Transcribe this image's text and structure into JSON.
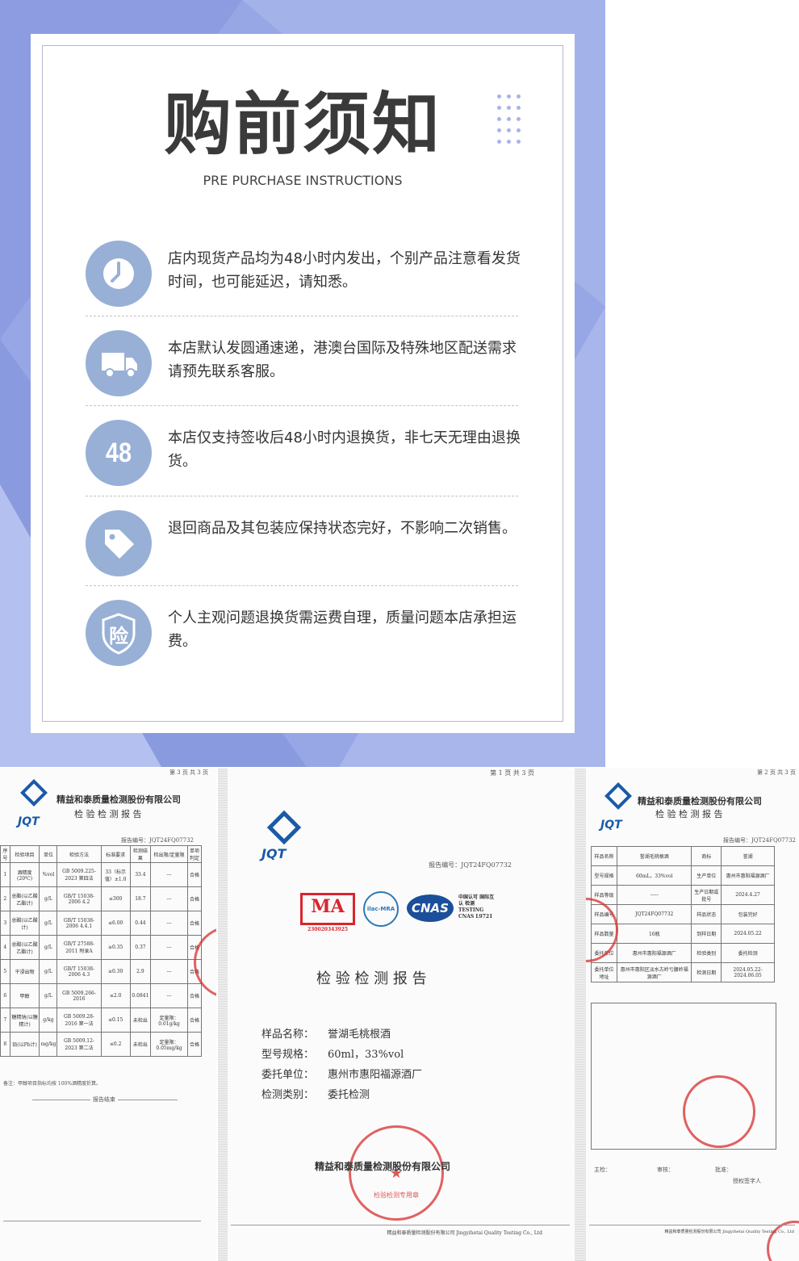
{
  "card": {
    "title": "购前须知",
    "subtitle": "PRE PURCHASE INSTRUCTIONS"
  },
  "notices": [
    {
      "icon": "clock-icon",
      "text": "店内现货产品均为48小时内发出，个别产品注意看发货时间，也可能延迟，请知悉。"
    },
    {
      "icon": "truck-icon",
      "text": "本店默认发圆通速递，港澳台国际及特殊地区配送需求请预先联系客服。"
    },
    {
      "icon": "48-icon",
      "label": "48",
      "text": "本店仅支持签收后48小时内退换货，非七天无理由退换货。"
    },
    {
      "icon": "tag-icon",
      "text": "退回商品及其包装应保持状态完好，不影响二次销售。"
    },
    {
      "icon": "insurance-shield-icon",
      "label": "险",
      "text": "个人主观问题退换货需运费自理，质量问题本店承担运费。"
    }
  ],
  "doc_left": {
    "page": "第 3 页 共 3 页",
    "company": "精益和泰质量检测股份有限公司",
    "report_title": "检 验 检 测 报 告",
    "logo": "JQT",
    "report_no": "报告编号：JQT24FQ07732",
    "headers": [
      "序号",
      "检验项目",
      "单位",
      "检验方法",
      "标准要求",
      "检测结果",
      "检出限/定量限",
      "单项判定"
    ],
    "rows": [
      [
        "1",
        "酒精度(20℃)",
        "%vol",
        "GB 5009.225-2023 第四法",
        "33（标示值）±1.0",
        "33.4",
        "---",
        "合格"
      ],
      [
        "2",
        "总酯(以乙酸乙酯计)",
        "g/L",
        "GB/T 15038-2006 4.2",
        "≤300",
        "18.7",
        "---",
        "合格"
      ],
      [
        "3",
        "总酸(以乙酸计)",
        "g/L",
        "GB/T 15038-2006 4.4.1",
        "≤6.00",
        "0.44",
        "---",
        "合格"
      ],
      [
        "4",
        "总酸(以乙酸乙酯计)",
        "g/L",
        "GB/T 27588-2011 附录A",
        "≥0.35",
        "0.37",
        "---",
        "合格"
      ],
      [
        "5",
        "干浸出物",
        "g/L",
        "GB/T 15038-2006 4.3",
        "≥0.30",
        "2.9",
        "---",
        "合格"
      ],
      [
        "6",
        "甲醇",
        "g/L",
        "GB 5009.266-2016",
        "≤2.0",
        "0.0841",
        "---",
        "合格"
      ],
      [
        "7",
        "糖精钠(以糖精计)",
        "g/kg",
        "GB 5009.28-2016 第一法",
        "≤0.15",
        "未检出",
        "定量限：0.01g/kg",
        "合格"
      ],
      [
        "8",
        "铅(以Pb计)",
        "mg/kg",
        "GB 5009.12-2023 第二法",
        "≤0.2",
        "未检出",
        "定量限：0.05mg/kg",
        "合格"
      ]
    ],
    "note": "备注：甲醇项目指标均按 100%酒精度折算。",
    "end": "报告结束"
  },
  "doc_mid": {
    "page": "第 1 页 共 3 页",
    "logo": "JQT",
    "report_no": "报告编号：JQT24FQ07732",
    "ma_text": "MA",
    "ma_number": "230020343925",
    "ilac": "ilac-MRA",
    "cnas": "CNAS",
    "cnas_note": "中国认可 国际互认 检测 TESTING CNAS L9721",
    "report_title": "检 验 检 测 报 告",
    "fields": [
      {
        "label": "样品名称：",
        "value": "誉湖毛桃根酒"
      },
      {
        "label": "型号规格：",
        "value": "60ml，33%vol"
      },
      {
        "label": "委托单位：",
        "value": "惠州市惠阳福源酒厂"
      },
      {
        "label": "检测类别：",
        "value": "委托检测"
      }
    ],
    "company": "精益和泰质量检测股份有限公司",
    "seal_text": "检验检测专用章",
    "footer": "精益和泰质量检测股份有限公司 Jingyihetai Quality Testing Co., Ltd"
  },
  "doc_right": {
    "page": "第 2 页 共 3 页",
    "company": "精益和泰质量检测股份有限公司",
    "report_title": "检 验 检 测 报 告",
    "logo": "JQT",
    "report_no": "报告编号：JQT24FQ07732",
    "rows": [
      [
        "样品名称",
        "誉湖毛桃根酒",
        "商标",
        "誉湖"
      ],
      [
        "型号规格",
        "60mL，33%vol",
        "生产单位",
        "惠州市惠阳福源酒厂"
      ],
      [
        "样品等级",
        "-----",
        "生产日期或批号",
        "2024.4.27"
      ],
      [
        "样品编号",
        "JQT24FQ07732",
        "样品状态",
        "包装完好"
      ],
      [
        "样品数量",
        "16瓶",
        "到样日期",
        "2024.05.22"
      ],
      [
        "委托单位",
        "惠州市惠阳福源酒厂",
        "检验类别",
        "委托检测"
      ],
      [
        "委托单位地址",
        "惠州市惠阳区淡水古岭亏腰岭福源酒厂",
        "检测日期",
        "2024.05.22-2024.06.05"
      ]
    ],
    "sign_labels": [
      "主检：",
      "审核：",
      "批准："
    ],
    "authorized": "授权签字人",
    "footer": "精益和泰质量检测股份有限公司 Jingyihetai Quality Testing Co., Ltd"
  }
}
